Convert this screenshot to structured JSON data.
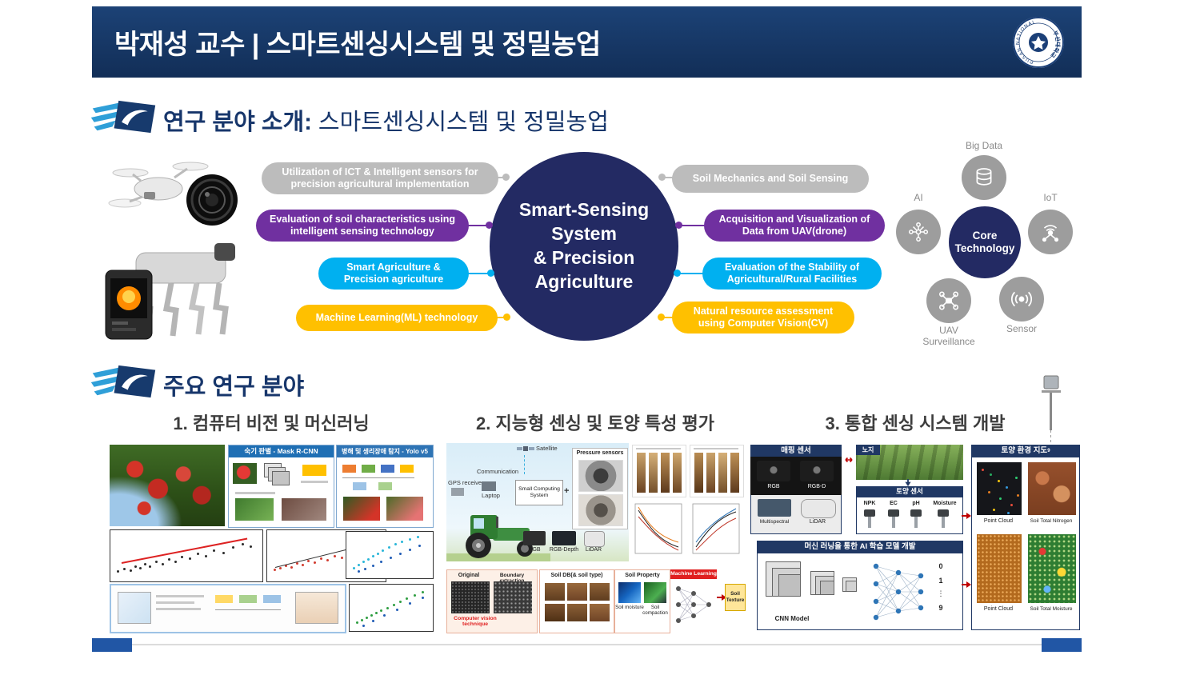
{
  "header": {
    "title": "박재성 교수 | 스마트센싱시스템 및 정밀농업"
  },
  "seal": {
    "kr": "부산대학교",
    "en": "PUSAN NATIONAL UNIVERSITY"
  },
  "colors": {
    "gray_pill": "#bcbcbc",
    "purple_pill": "#7030a0",
    "blue_pill": "#00b0f0",
    "yellow_pill": "#ffc000",
    "navy": "#203864",
    "accent_blue": "#2156a5"
  },
  "intro": {
    "heading_bold": "연구 분야 소개:",
    "heading_rest": " 스마트센싱시스템 및 정밀농업",
    "circle_lines": [
      "Smart-Sensing",
      "System",
      "& Precision",
      "Agriculture"
    ],
    "pills_left": [
      "Utilization of ICT & Intelligent sensors for precision agricultural implementation",
      "Evaluation of soil characteristics using intelligent sensing technology",
      "Smart Agriculture & Precision agriculture",
      "Machine Learning(ML) technology"
    ],
    "pills_right": [
      "Soil Mechanics and Soil Sensing",
      "Acquisition and Visualization of Data from UAV(drone)",
      "Evaluation of the Stability of Agricultural/Rural Facilities",
      "Natural resource assessment using Computer Vision(CV)"
    ],
    "core": {
      "big_data": "Big Data",
      "ai": "AI",
      "iot": "IoT",
      "center_line1": "Core",
      "center_line2": "Technology",
      "uav_line1": "UAV",
      "uav_line2": "Surveillance",
      "sensor": "Sensor"
    }
  },
  "main": {
    "heading": "주요 연구 분야",
    "col1": {
      "title": "1. 컴퓨터 비전 및 머신러닝",
      "box1_header": "숙기 판별 - Mask R-CNN",
      "box2_header": "병해 및 생리장애 탐지 - Yolo v5"
    },
    "col2": {
      "title": "2. 지능형 센싱 및 토양 특성 평가",
      "satellite": "Satellite",
      "communication": "Communication",
      "gps": "GPS receiver",
      "laptop": "Laptop",
      "computing": "Small Computing System",
      "plus": "+",
      "pressure": "Pressure sensors",
      "rgb": "RGB",
      "rgb_depth": "RGB-Depth",
      "lidar": "LiDAR",
      "original": "Original",
      "boundary": "Boundary extraction",
      "cv_technique": "Computer vision technique",
      "soil_db": "Soil DB(& soil type)",
      "soil_property": "Soil Property",
      "soil_moisture": "Soil moisture",
      "soil_compaction": "Soil compaction",
      "machine_learning": "Machine Learning",
      "soil_texture": "Soil Texture"
    },
    "col3": {
      "title": "3. 통합 센싱 시스템 개발",
      "mapping_sensor": "매핑 센서",
      "field": "노지",
      "soil_sensor": "토양 센서",
      "rgb": "RGB",
      "rgbd": "RGB-D",
      "multispectral": "Multispectral",
      "lidar": "LiDAR",
      "npk": "NPK",
      "ec": "EC",
      "ph": "pH",
      "moisture": "Moisture",
      "ai_header": "머신 러닝을 통한 AI 학습 모델 개발",
      "cnn_model": "CNN Model",
      "d0": "0",
      "d1": "1",
      "ddots": "⋮",
      "d9": "9",
      "map_header": "토양 환경 지도",
      "map_header_sup": "9",
      "point_cloud": "Point Cloud",
      "total_nitrogen": "Soil Total Nitrogen",
      "total_moisture": "Soil Total Moisture"
    }
  }
}
